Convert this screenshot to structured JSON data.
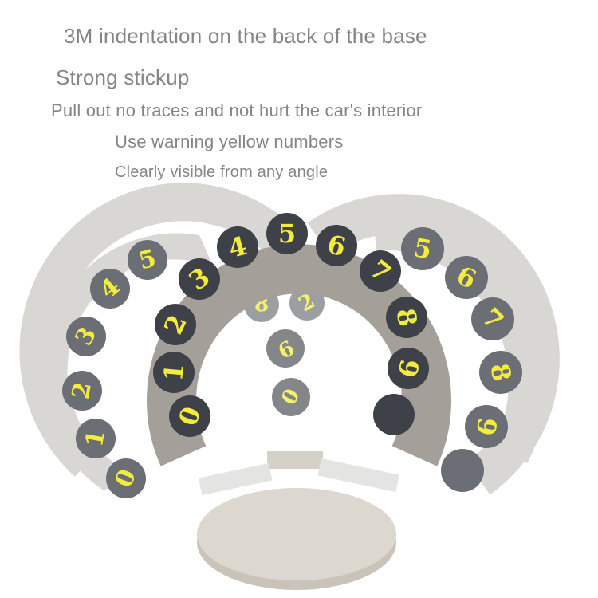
{
  "captions": [
    "3M indentation on the back of the base",
    "Strong stickup",
    "Pull out no traces and not hurt the car's interior",
    "Use  warning yellow numbers",
    "Clearly visible from any angle"
  ],
  "colors": {
    "caption_text": "#858585",
    "front_ring": "#a49f99",
    "side_ring": "#d8d7d4",
    "front_disc": "#3e4248",
    "side_disc": "#6b6e74",
    "digit_yellow": "#f4ec3c",
    "base": "#dcd7cf"
  },
  "product": {
    "front_ring_digits": [
      "0",
      "1",
      "2",
      "3",
      "4",
      "5",
      "6",
      "7",
      "8",
      "9",
      ""
    ],
    "left_ring_digits": [
      "0",
      "1",
      "2",
      "3",
      "4",
      "5"
    ],
    "right_ring_digits": [
      "5",
      "6",
      "7",
      "8",
      "9",
      ""
    ],
    "back_digits": [
      "8",
      "2",
      "9",
      "0"
    ]
  }
}
